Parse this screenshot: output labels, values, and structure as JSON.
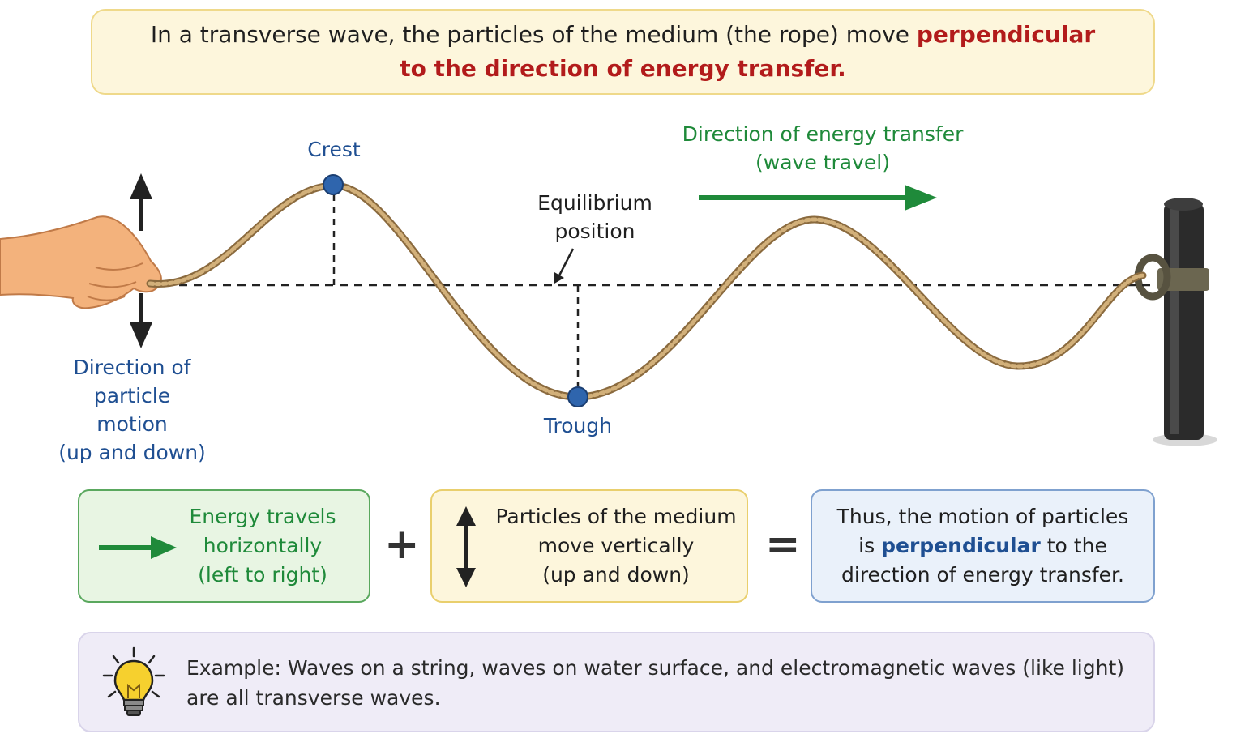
{
  "header": {
    "text_plain": "In a transverse wave, the particles of the medium (the rope) move",
    "text_highlight_1": "perpendicular",
    "text_highlight_2": "to the direction of energy transfer."
  },
  "labels": {
    "crest": "Crest",
    "trough": "Trough",
    "equilibrium_line1": "Equilibrium",
    "equilibrium_line2": "position",
    "energy_dir_line1": "Direction of energy transfer",
    "energy_dir_line2": "(wave travel)",
    "particle_line1": "Direction of",
    "particle_line2": "particle",
    "particle_line3": "motion",
    "particle_line4": "(up and down)"
  },
  "boxes": {
    "energy": [
      "Energy travels",
      "horizontally",
      "(left to right)"
    ],
    "particles": [
      "Particles of the medium",
      "move vertically",
      "(up and down)"
    ],
    "conclusion_line1": "Thus, the motion of particles",
    "conclusion_is": "is",
    "conclusion_keyword": "perpendicular",
    "conclusion_to_the": "to the",
    "conclusion_line3": "direction of energy transfer."
  },
  "operators": {
    "plus": "+",
    "equals": "="
  },
  "example": {
    "line1": "Example: Waves on a string, waves on water surface, and electromagnetic waves (like light)",
    "line2": "are all transverse waves."
  },
  "colors": {
    "highlight_red": "#b21b1b",
    "green": "#1f8a3a",
    "blue": "#1f4f92",
    "rope": "#b8955e",
    "dot": "#2f65ad"
  },
  "icons": {
    "hand": "hand-holding-rope-icon",
    "post": "post-icon",
    "bulb": "lightbulb-icon"
  }
}
